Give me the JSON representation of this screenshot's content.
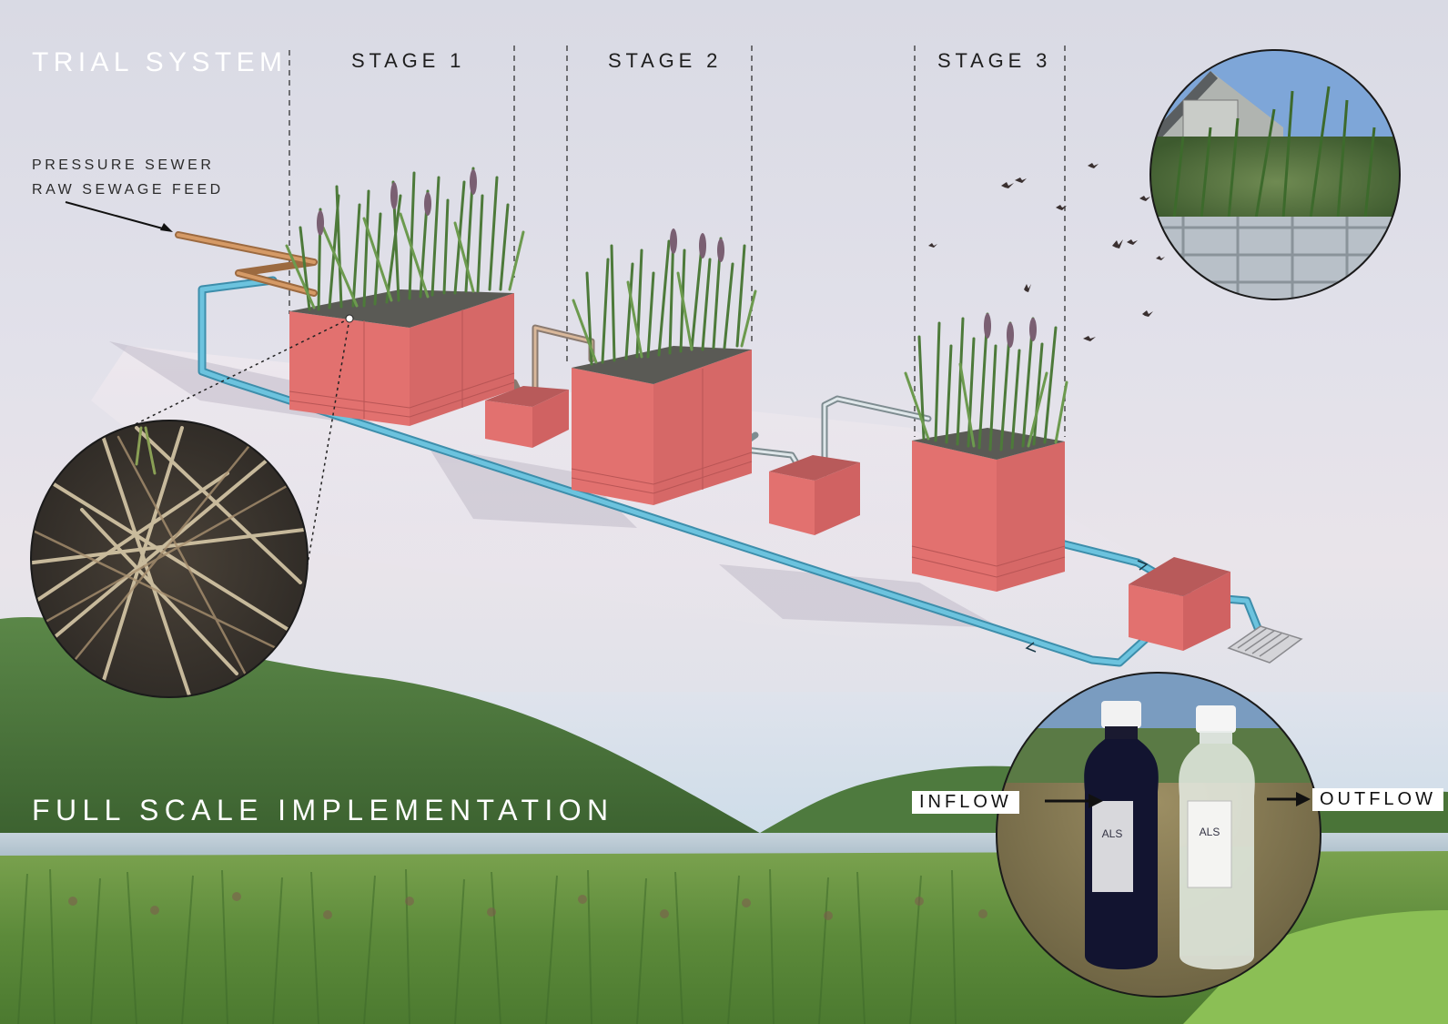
{
  "header": {
    "title": "TRIAL SYSTEM"
  },
  "stages": [
    {
      "label": "STAGE 1"
    },
    {
      "label": "STAGE 2"
    },
    {
      "label": "STAGE 3"
    }
  ],
  "feed": {
    "line1": "PRESSURE SEWER",
    "line2": "RAW SEWAGE FEED"
  },
  "footer": {
    "title": "FULL SCALE IMPLEMENTATION"
  },
  "samples": {
    "inflow_label": "INFLOW",
    "outflow_label": "OUTFLOW",
    "bottle_brand": "ALS"
  },
  "colors": {
    "planter": "#e2716f",
    "planter_dark": "#c95a5a",
    "return_pipe": "#5bb6d3",
    "feed_pipe": "#c98a5a",
    "transfer_pipe": "#b9c8cc",
    "reeds": "#4d7a3a",
    "hills": "#4f7a3e",
    "field": "#6a9a45"
  },
  "icons": {
    "arrow": "arrow-right-icon",
    "drain": "drain-grate-icon",
    "bird": "bird-icon"
  }
}
